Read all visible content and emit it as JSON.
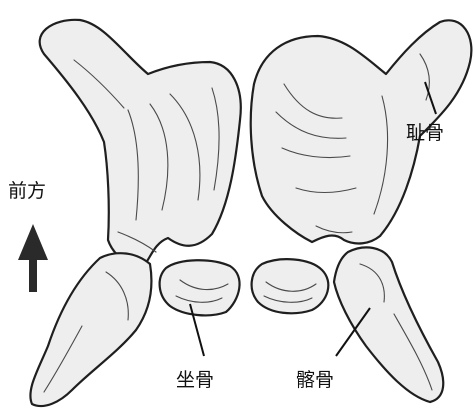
{
  "labels": {
    "direction": "前方",
    "pubis": "耻骨",
    "ischium": "坐骨",
    "ilium": "髂骨"
  },
  "colors": {
    "bone_fill": "#efeeee",
    "outline": "#1f1f1f",
    "arrow": "#2a2a2a"
  }
}
